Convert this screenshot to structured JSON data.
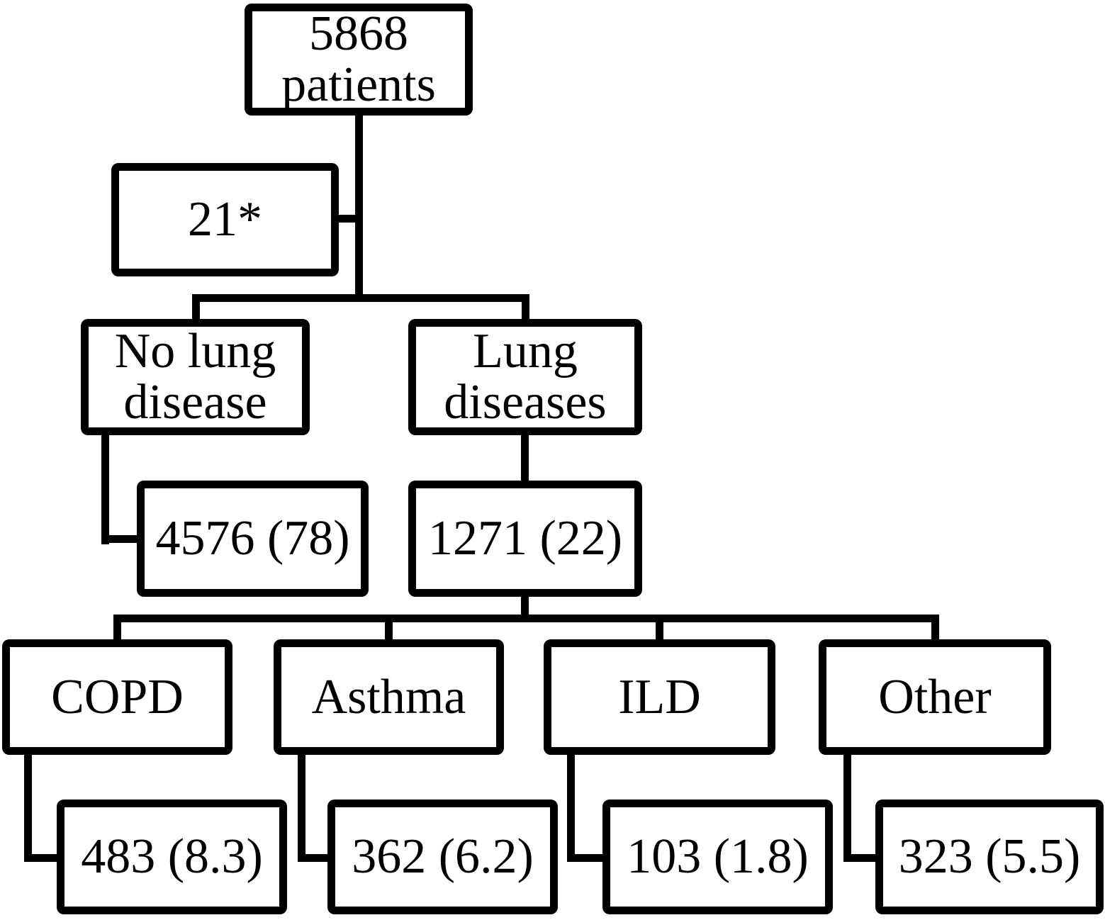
{
  "figure": {
    "type": "flowchart",
    "colors": {
      "background": "#ffffff",
      "box_border_color": "#000000",
      "box_fill": "#ffffff",
      "text_color": "#000000"
    },
    "nodes": {
      "total": {
        "label": "5868\npatients"
      },
      "excluded": {
        "label": "21*"
      },
      "no_lung_disease": {
        "label": "No lung\ndisease"
      },
      "lung_diseases": {
        "label": "Lung\ndiseases"
      },
      "no_lung_count": {
        "label": "4576 (78)"
      },
      "lung_count": {
        "label": "1271 (22)"
      },
      "copd": {
        "label": "COPD"
      },
      "asthma": {
        "label": "Asthma"
      },
      "ild": {
        "label": "ILD"
      },
      "other": {
        "label": "Other"
      },
      "copd_count": {
        "label": "483 (8.3)"
      },
      "asthma_count": {
        "label": "362 (6.2)"
      },
      "ild_count": {
        "label": "103 (1.8)"
      },
      "other_count": {
        "label": "323 (5.5)"
      }
    }
  }
}
